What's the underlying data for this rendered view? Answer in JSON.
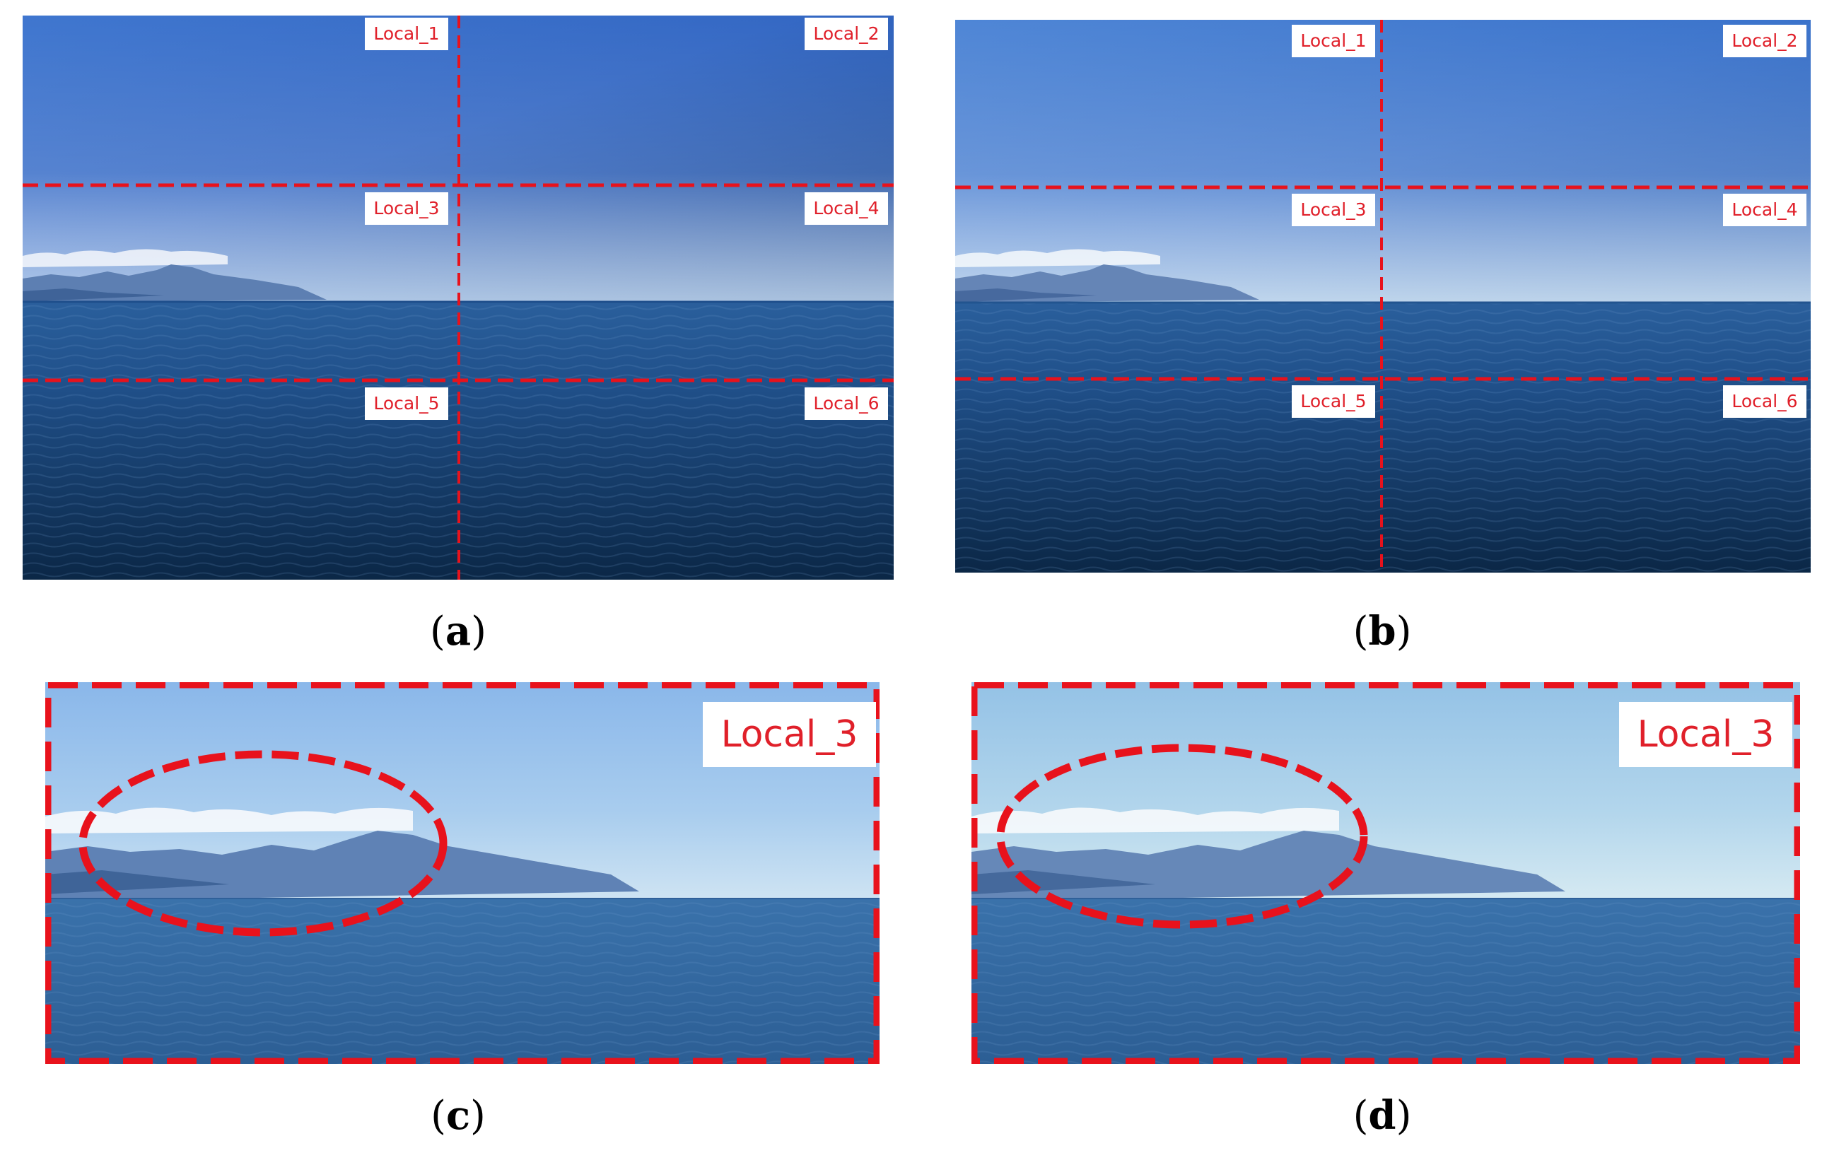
{
  "figure": {
    "panels": [
      {
        "id": "a",
        "caption_letter": "a",
        "labels": [
          "Local_1",
          "Local_2",
          "Local_3",
          "Local_4",
          "Local_5",
          "Local_6"
        ]
      },
      {
        "id": "b",
        "caption_letter": "b",
        "labels": [
          "Local_1",
          "Local_2",
          "Local_3",
          "Local_4",
          "Local_5",
          "Local_6"
        ]
      },
      {
        "id": "c",
        "caption_letter": "c",
        "labels": [
          "Local_3"
        ]
      },
      {
        "id": "d",
        "caption_letter": "d",
        "labels": [
          "Local_3"
        ]
      }
    ],
    "annotation_color": "#e8121c"
  }
}
